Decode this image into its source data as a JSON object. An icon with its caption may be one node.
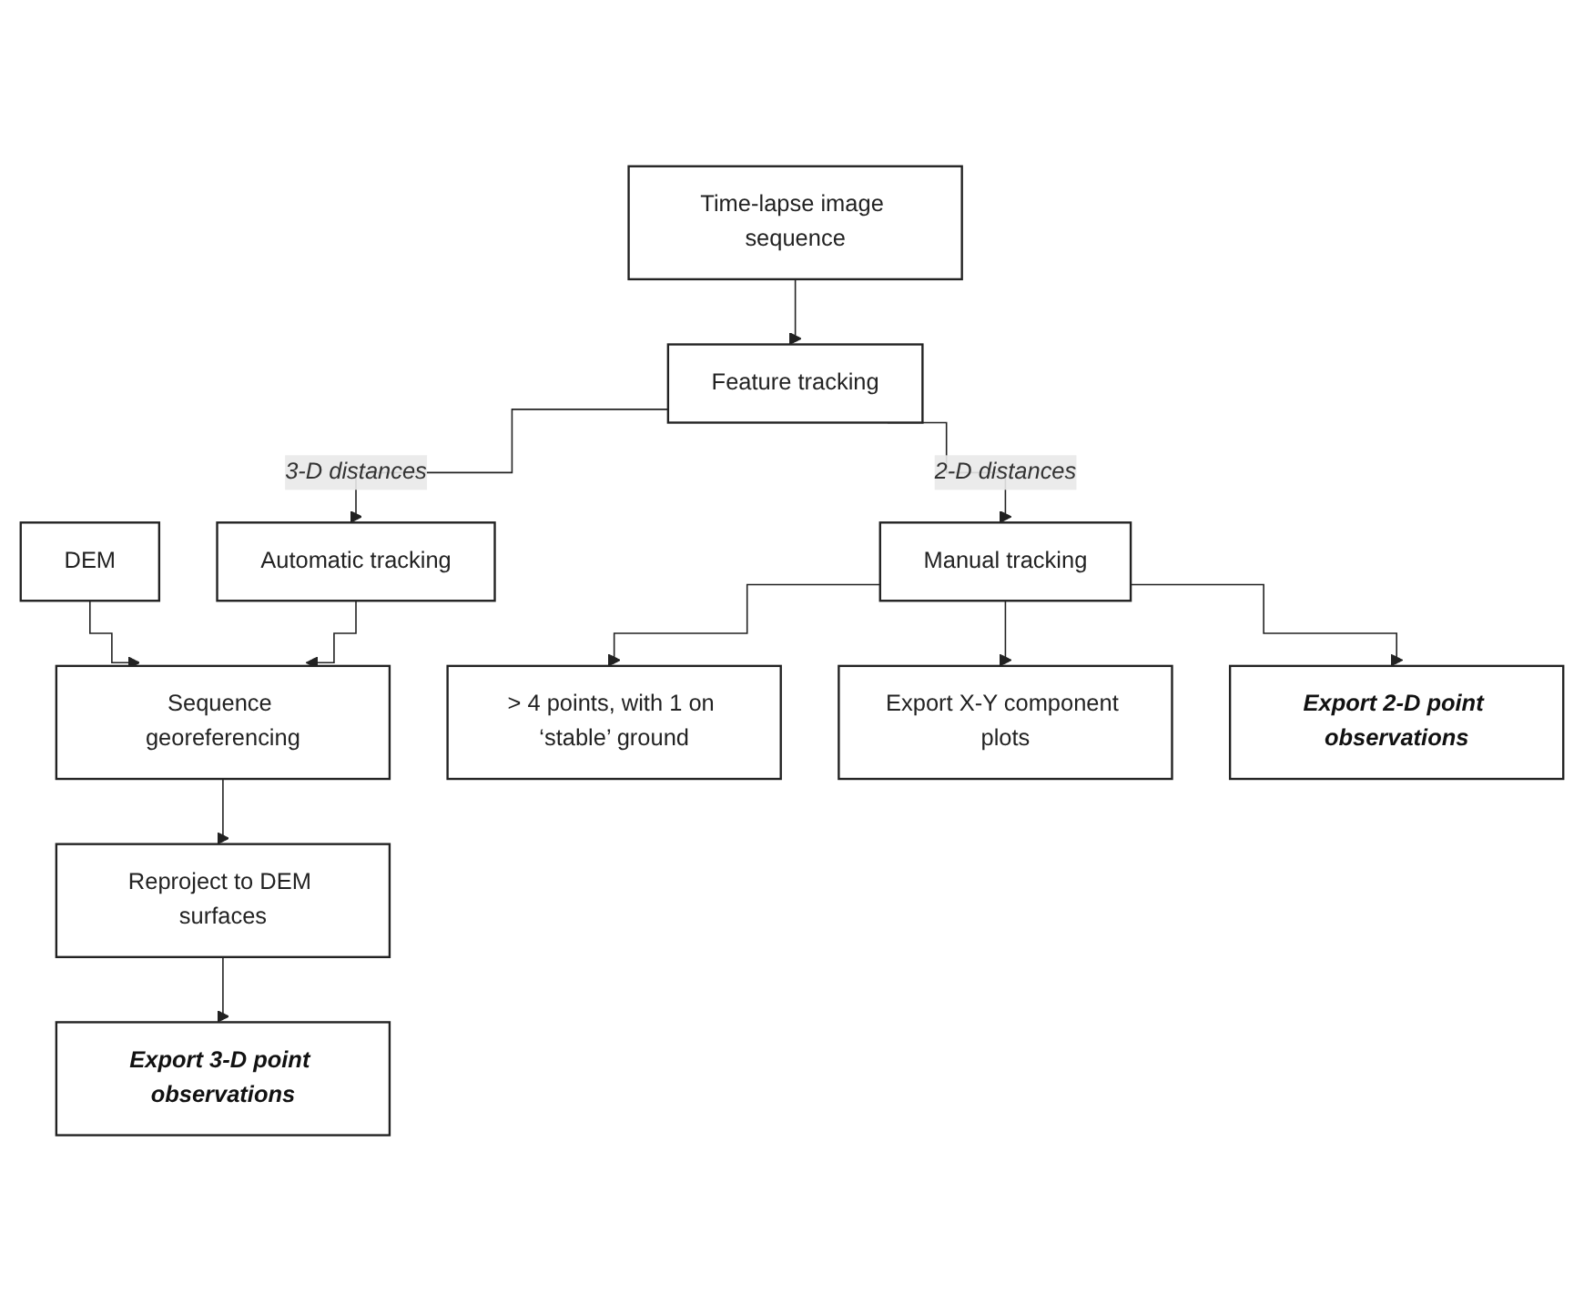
{
  "diagram": {
    "nodes": [
      {
        "text": [
          "DEM"
        ]
      },
      {
        "text": [
          "Time-lapse image sequence"
        ]
      },
      {
        "text": [
          "Feature tracking"
        ]
      },
      {
        "text": [
          "Automatic tracking"
        ]
      },
      {
        "text": [
          "Manual tracking"
        ]
      },
      {
        "text": [
          "> 4 points, with 1 on ‘stable’ ground"
        ]
      },
      {
        "text": [
          "Export X-Y component plots"
        ]
      },
      {
        "text": [
          "Sequence georeferencing"
        ]
      },
      {
        "text": [
          "Export 2-D point observations"
        ]
      },
      {
        "text": [
          "Reproject to DEM surfaces"
        ]
      },
      {
        "text": [
          "Export 3-D point observations"
        ]
      }
    ],
    "edges": [
      {
        "from": 1,
        "to": 2,
        "arrow": "to"
      },
      {
        "from": 2,
        "to": 3,
        "arrow": "to",
        "label": "3-D distances"
      },
      {
        "from": 2,
        "to": 4,
        "arrow": "to",
        "label": "2-D distances"
      },
      {
        "from": 4,
        "to": 5,
        "arrow": "to"
      },
      {
        "from": 4,
        "to": 6,
        "arrow": "to"
      },
      {
        "from": 3,
        "to": 7,
        "arrow": "to"
      },
      {
        "from": 0,
        "to": 7,
        "arrow": "to"
      },
      {
        "from": 4,
        "to": 8,
        "arrow": "to"
      },
      {
        "from": 7,
        "to": 9,
        "arrow": "to"
      },
      {
        "from": 9,
        "to": 10,
        "arrow": "to"
      }
    ]
  }
}
